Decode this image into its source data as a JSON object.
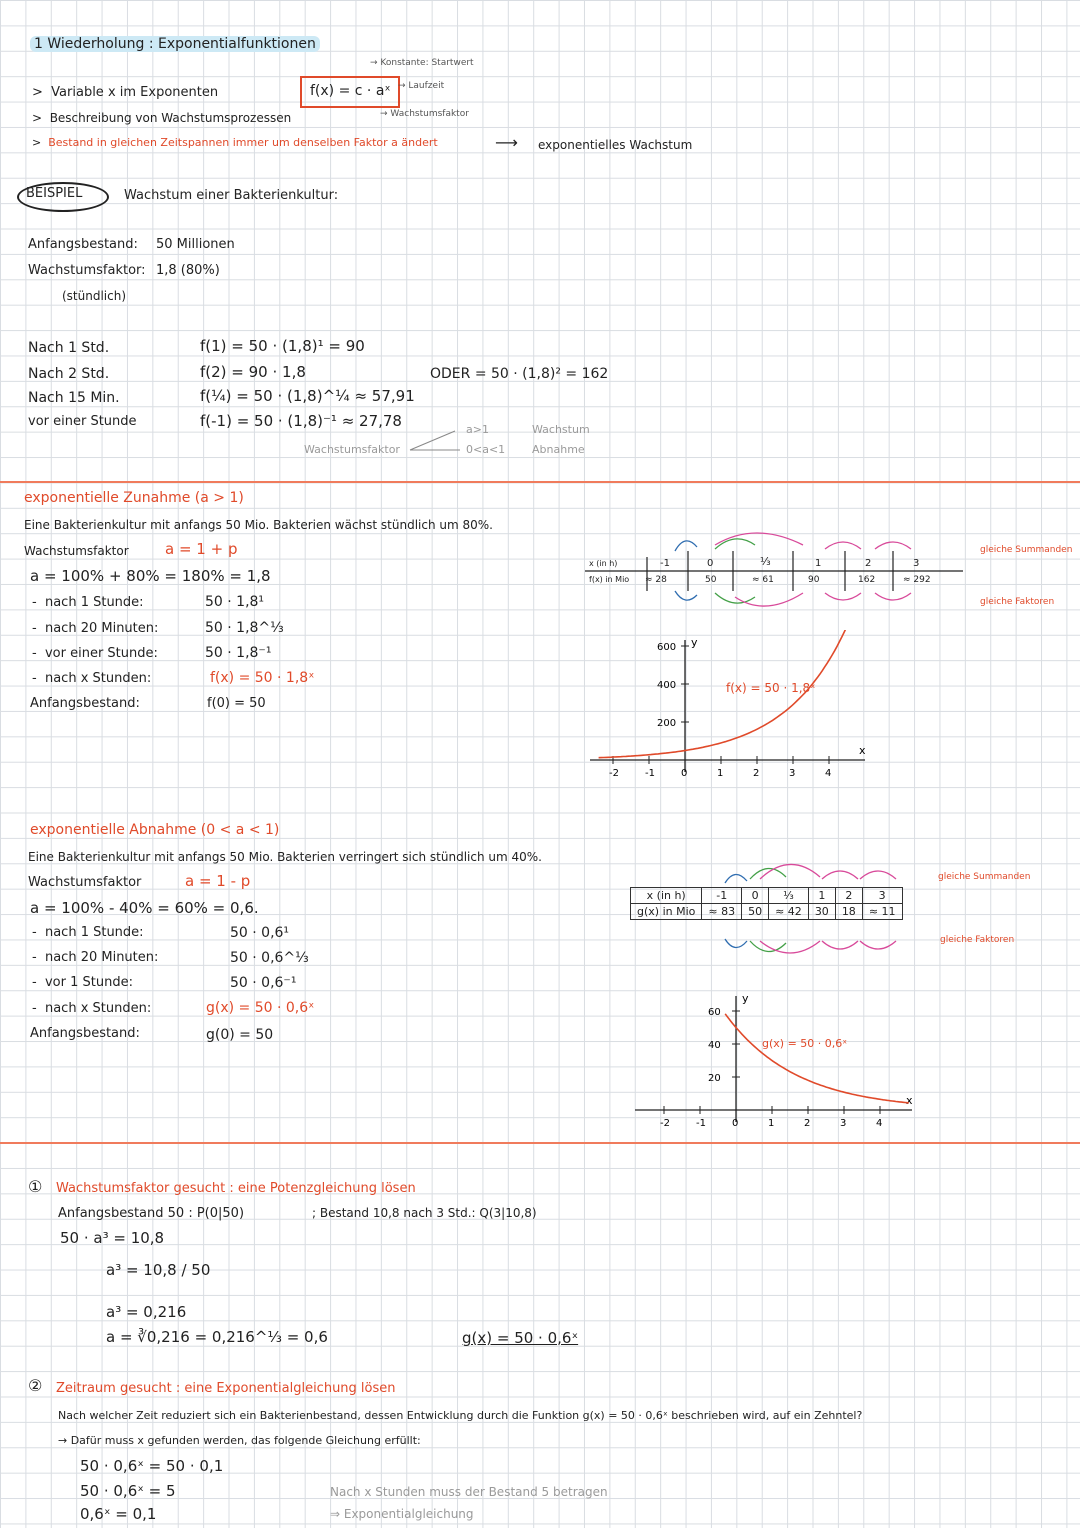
{
  "header": {
    "title": "1 Wiederholung : Exponentialfunktionen",
    "bullets": [
      "Variable x im Exponenten",
      "Beschreibung von Wachstumsprozessen",
      "Bestand in gleichen Zeitspannen immer um denselben Faktor a ändert"
    ],
    "arrow_result": "exponentielles Wachstum",
    "formula": "f(x) = c · aˣ",
    "annot_c": "Konstante: Startwert",
    "annot_x": "Laufzeit",
    "annot_a": "Wachstumsfaktor"
  },
  "example": {
    "tag": "BEISPIEL",
    "title": "Wachstum einer Bakterienkultur:",
    "start_label": "Anfangsbestand:",
    "start_value": "50 Millionen",
    "factor_label": "Wachstumsfaktor:",
    "factor_value": "1,8 (80%)",
    "per": "(stündlich)",
    "rows": [
      {
        "label": "Nach 1 Std.",
        "calc": "f(1) = 50 · (1,8)¹ = 90"
      },
      {
        "label": "Nach 2 Std.",
        "calc": "f(2) = 90 · 1,8",
        "alt": "ODER  = 50 · (1,8)² = 162"
      },
      {
        "label": "Nach 15 Min.",
        "calc": "f(¼) = 50 · (1,8)^¼ ≈ 57,91"
      },
      {
        "label": "vor einer Stunde",
        "calc": "f(-1) = 50 · (1,8)⁻¹ ≈ 27,78"
      }
    ],
    "wf_note": "Wachstumsfaktor",
    "cond1": "a>1",
    "cond1_word": "Wachstum",
    "cond2": "0<a<1",
    "cond2_word": "Abnahme"
  },
  "growth": {
    "heading": "exponentielle Zunahme (a > 1)",
    "intro": "Eine Bakterienkultur mit anfangs 50 Mio. Bakterien wächst stündlich um 80%.",
    "factor": "Wachstumsfaktor",
    "factor_formula": "a = 1 + p",
    "calc_line": "a = 100% + 80% = 180% = 1,8",
    "items": [
      {
        "label": "nach 1 Stunde:",
        "value": "50 · 1,8¹"
      },
      {
        "label": "nach 20 Minuten:",
        "value": "50 · 1,8^⅓"
      },
      {
        "label": "vor einer Stunde:",
        "value": "50 · 1,8⁻¹"
      },
      {
        "label": "nach x Stunden:",
        "value": "f(x) = 50 · 1,8ˣ"
      },
      {
        "label": "Anfangsbestand:",
        "value": "f(0) = 50"
      }
    ],
    "table": {
      "row_label_x": "x (in h)",
      "row_label_y": "f(x) in Mio",
      "x": [
        "-1",
        "0",
        "⅓",
        "1",
        "2",
        "3"
      ],
      "y": [
        "≈ 28",
        "50",
        "≈ 61",
        "90",
        "162",
        "≈ 292"
      ]
    },
    "side_1": "gleiche Summanden",
    "side_2": "gleiche Faktoren",
    "graph_label": "f(x) = 50 · 1,8ˣ",
    "chart_data": {
      "type": "line",
      "x": [
        -2,
        -1,
        0,
        1,
        2,
        3,
        4
      ],
      "y_ticks": [
        200,
        400,
        600
      ],
      "x_ticks": [
        "-2",
        "-1",
        "0",
        "1",
        "2",
        "3",
        "4"
      ],
      "xlabel": "x",
      "ylabel": "y"
    }
  },
  "decay": {
    "heading": "exponentielle Abnahme (0 < a < 1)",
    "intro": "Eine Bakterienkultur mit anfangs 50 Mio. Bakterien verringert sich stündlich um 40%.",
    "factor": "Wachstumsfaktor",
    "factor_formula": "a = 1 - p",
    "calc_line": "a = 100% - 40% = 60% = 0,6.",
    "items": [
      {
        "label": "nach 1 Stunde:",
        "value": "50 · 0,6¹"
      },
      {
        "label": "nach 20 Minuten:",
        "value": "50 · 0,6^⅓"
      },
      {
        "label": "vor 1 Stunde:",
        "value": "50 · 0,6⁻¹"
      },
      {
        "label": "nach x Stunden:",
        "value": "g(x) = 50 · 0,6ˣ"
      },
      {
        "label": "Anfangsbestand:",
        "value": "g(0) = 50"
      }
    ],
    "table": {
      "row_label_x": "x (in h)",
      "row_label_y": "g(x) in Mio",
      "x": [
        "-1",
        "0",
        "⅓",
        "1",
        "2",
        "3"
      ],
      "y": [
        "≈ 83",
        "50",
        "≈ 42",
        "30",
        "18",
        "≈ 11"
      ]
    },
    "side_1": "gleiche Summanden",
    "side_2": "gleiche Faktoren",
    "graph_label": "g(x) = 50 · 0,6ˣ",
    "chart_data": {
      "type": "line",
      "x_ticks": [
        "-2",
        "-1",
        "0",
        "1",
        "2",
        "3",
        "4"
      ],
      "y_ticks": [
        20,
        40,
        60
      ],
      "xlabel": "x",
      "ylabel": "y"
    }
  },
  "task1": {
    "num": "①",
    "heading": "Wachstumsfaktor gesucht : eine Potenzgleichung lösen",
    "given": "Anfangsbestand 50 : P(0|50)",
    "given2": "; Bestand 10,8 nach 3 Std.: Q(3|10,8)",
    "lines": [
      "50 · a³ = 10,8",
      "a³ = 10,8 / 50",
      "a³ = 0,216",
      "a = ∛0,216 = 0,216^⅓ = 0,6"
    ],
    "result": "g(x) = 50 · 0,6ˣ"
  },
  "task2": {
    "num": "②",
    "heading": "Zeitraum gesucht : eine Exponentialgleichung lösen",
    "question": "Nach welcher Zeit reduziert sich ein Bakterienbestand, dessen Entwicklung durch die Funktion g(x) = 50 · 0,6ˣ beschrieben wird, auf ein Zehntel?",
    "hint": "→ Dafür muss x gefunden werden, das folgende Gleichung erfüllt:",
    "lines": [
      "50 · 0,6ˣ = 50 · 0,1",
      "50 · 0,6ˣ = 5",
      "0,6ˣ = 0,1"
    ],
    "note1": "Nach x Stunden muss der Bestand 5 betragen",
    "note2": "⇒ Exponentialgleichung"
  }
}
